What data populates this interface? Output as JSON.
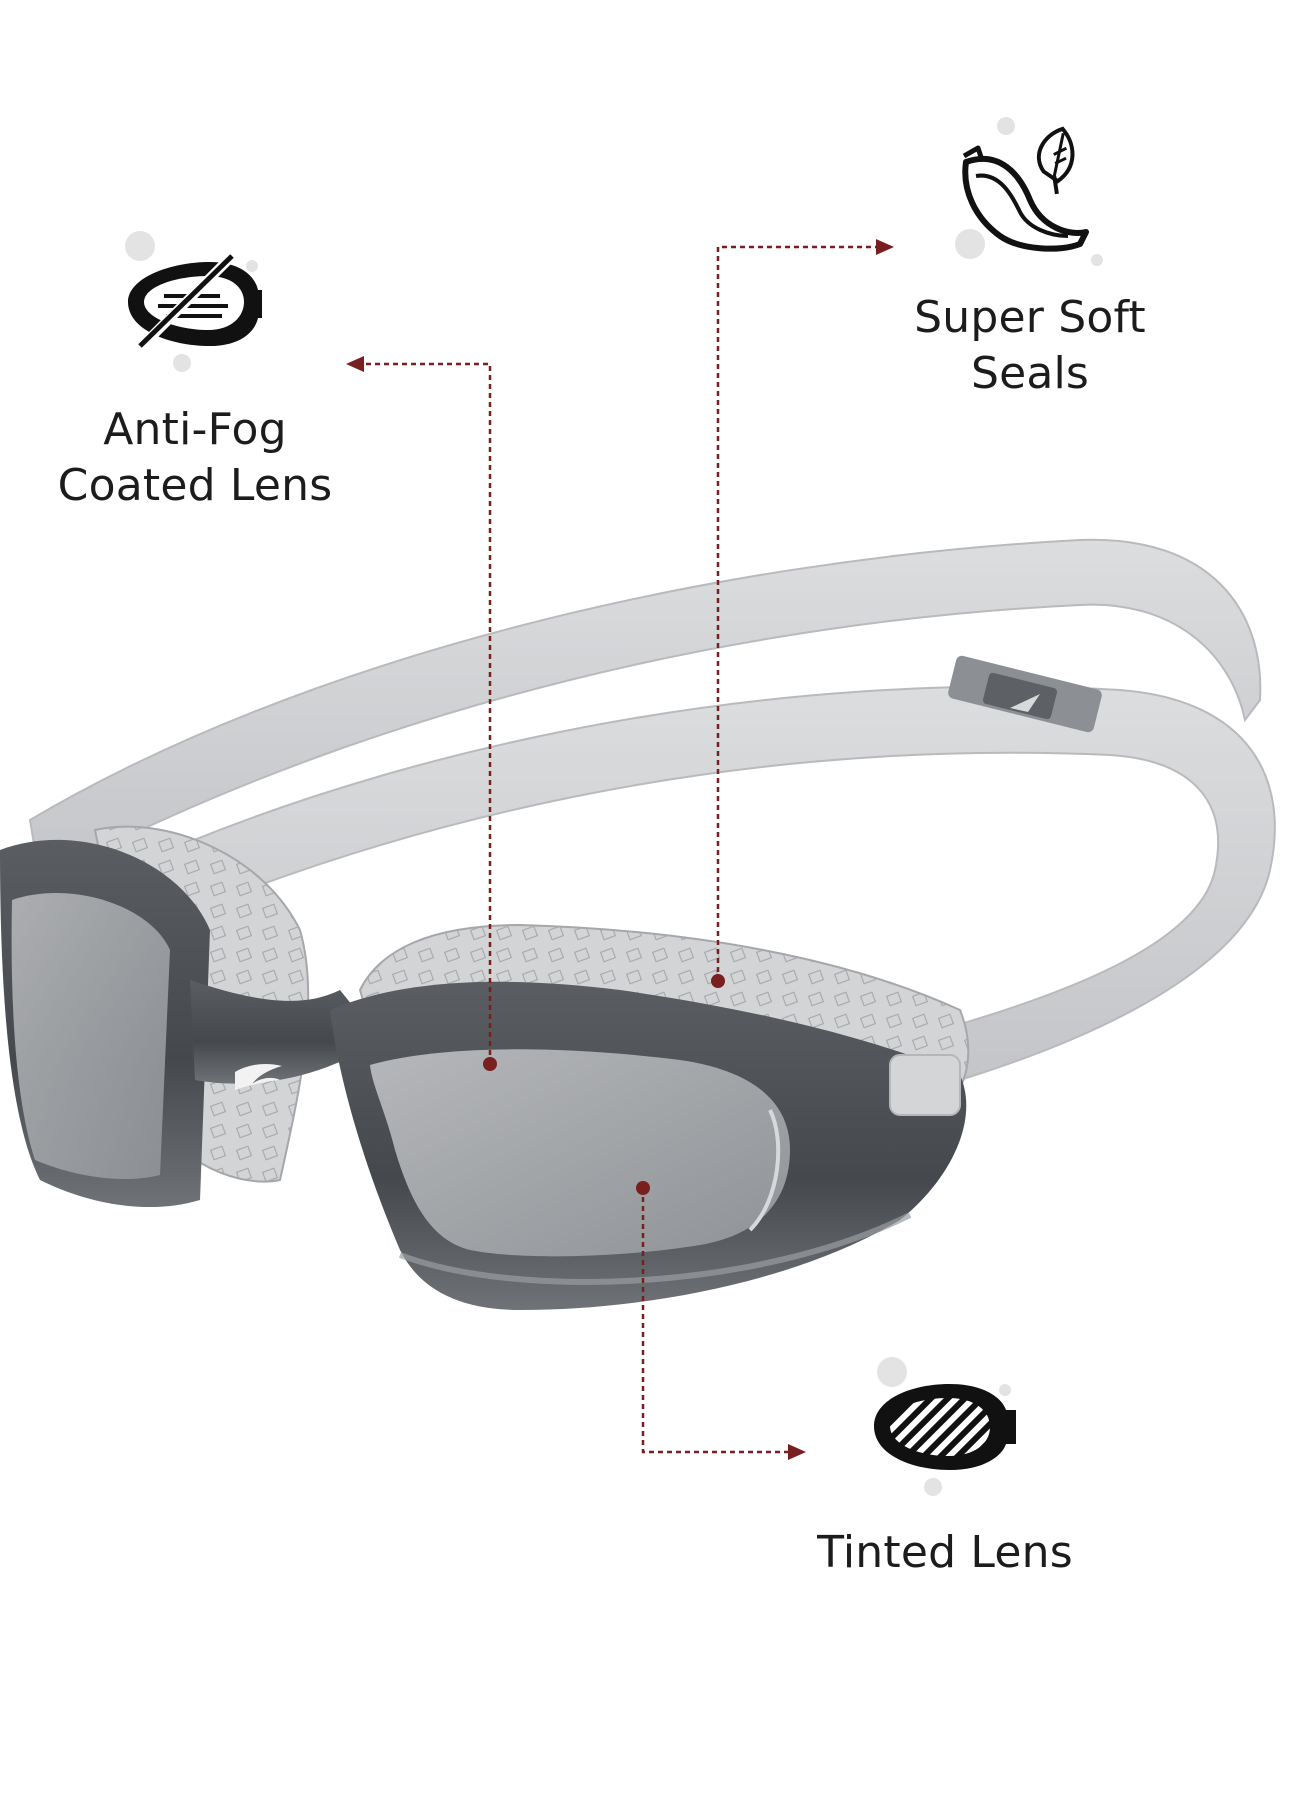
{
  "features": {
    "anti_fog": {
      "line1": "Anti-Fog",
      "line2": "Coated Lens",
      "icon": "anti-fog-lens-icon"
    },
    "soft_seals": {
      "line1": "Super Soft",
      "line2": "Seals",
      "icon": "soft-seal-feather-icon"
    },
    "tinted": {
      "line1": "Tinted Lens",
      "icon": "tinted-lens-icon"
    }
  },
  "product": {
    "name": "swim goggles",
    "logo": "speedo-boomerang-logo"
  },
  "colors": {
    "accent_line": "#7a1f1f",
    "frame_dark": "#4a4d52",
    "strap_light": "#cfd0d2",
    "lens_smoke": "#9fa2a6",
    "icon_black": "#111111",
    "dot_grey": "#e3e3e3",
    "text": "#1c1c1c"
  }
}
